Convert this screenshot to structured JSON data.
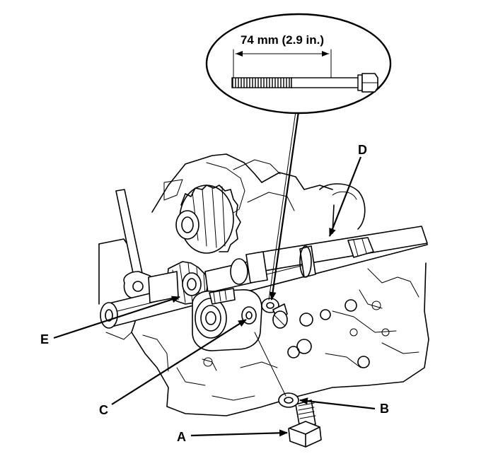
{
  "callout": {
    "dimension_text": "74 mm (2.9 in.)"
  },
  "labels": {
    "a": "A",
    "b": "B",
    "c": "C",
    "d": "D",
    "e": "E"
  }
}
